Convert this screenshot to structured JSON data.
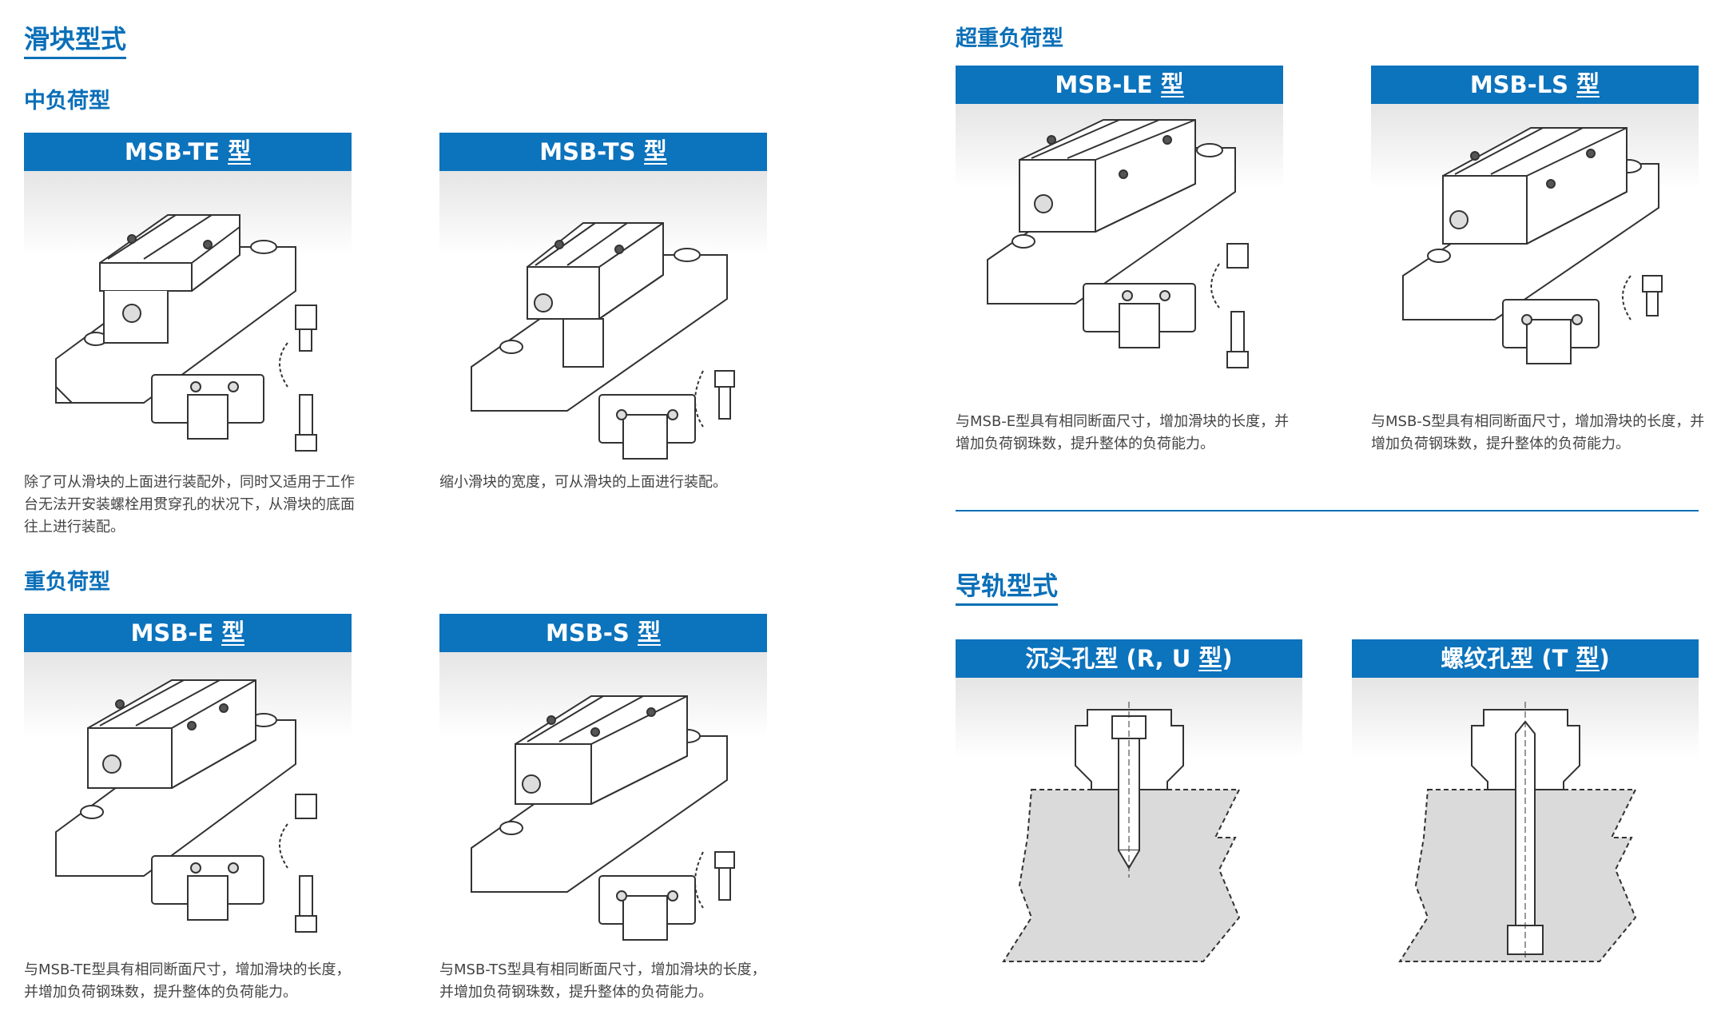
{
  "slider_section": {
    "title": "滑块型式",
    "medium": {
      "title": "中负荷型",
      "cards": [
        {
          "model": "MSB-TE",
          "suffix": "型",
          "desc": "除了可从滑块的上面进行装配外，同时又适用于工作台无法开安装螺栓用贯穿孔的状况下，从滑块的底面往上进行装配。"
        },
        {
          "model": "MSB-TS",
          "suffix": "型",
          "desc": "缩小滑块的宽度，可从滑块的上面进行装配。"
        }
      ]
    },
    "heavy": {
      "title": "重负荷型",
      "cards": [
        {
          "model": "MSB-E",
          "suffix": "型",
          "desc": "与MSB-TE型具有相同断面尺寸，增加滑块的长度，并增加负荷钢珠数，提升整体的负荷能力。"
        },
        {
          "model": "MSB-S",
          "suffix": "型",
          "desc": "与MSB-TS型具有相同断面尺寸，增加滑块的长度，并增加负荷钢珠数，提升整体的负荷能力。"
        }
      ]
    },
    "super_heavy": {
      "title": "超重负荷型",
      "cards": [
        {
          "model": "MSB-LE",
          "suffix": "型",
          "desc": "与MSB-E型具有相同断面尺寸，增加滑块的长度，并增加负荷钢珠数，提升整体的负荷能力。"
        },
        {
          "model": "MSB-LS",
          "suffix": "型",
          "desc": "与MSB-S型具有相同断面尺寸，增加滑块的长度，并增加负荷钢珠数，提升整体的负荷能力。"
        }
      ]
    }
  },
  "rail_section": {
    "title": "导轨型式",
    "cards": [
      {
        "model": "沉头孔型 (R, U",
        "suffix": "型",
        ")": ")"
      },
      {
        "model": "螺纹孔型 (T",
        "suffix": "型",
        ")": ")"
      }
    ]
  }
}
